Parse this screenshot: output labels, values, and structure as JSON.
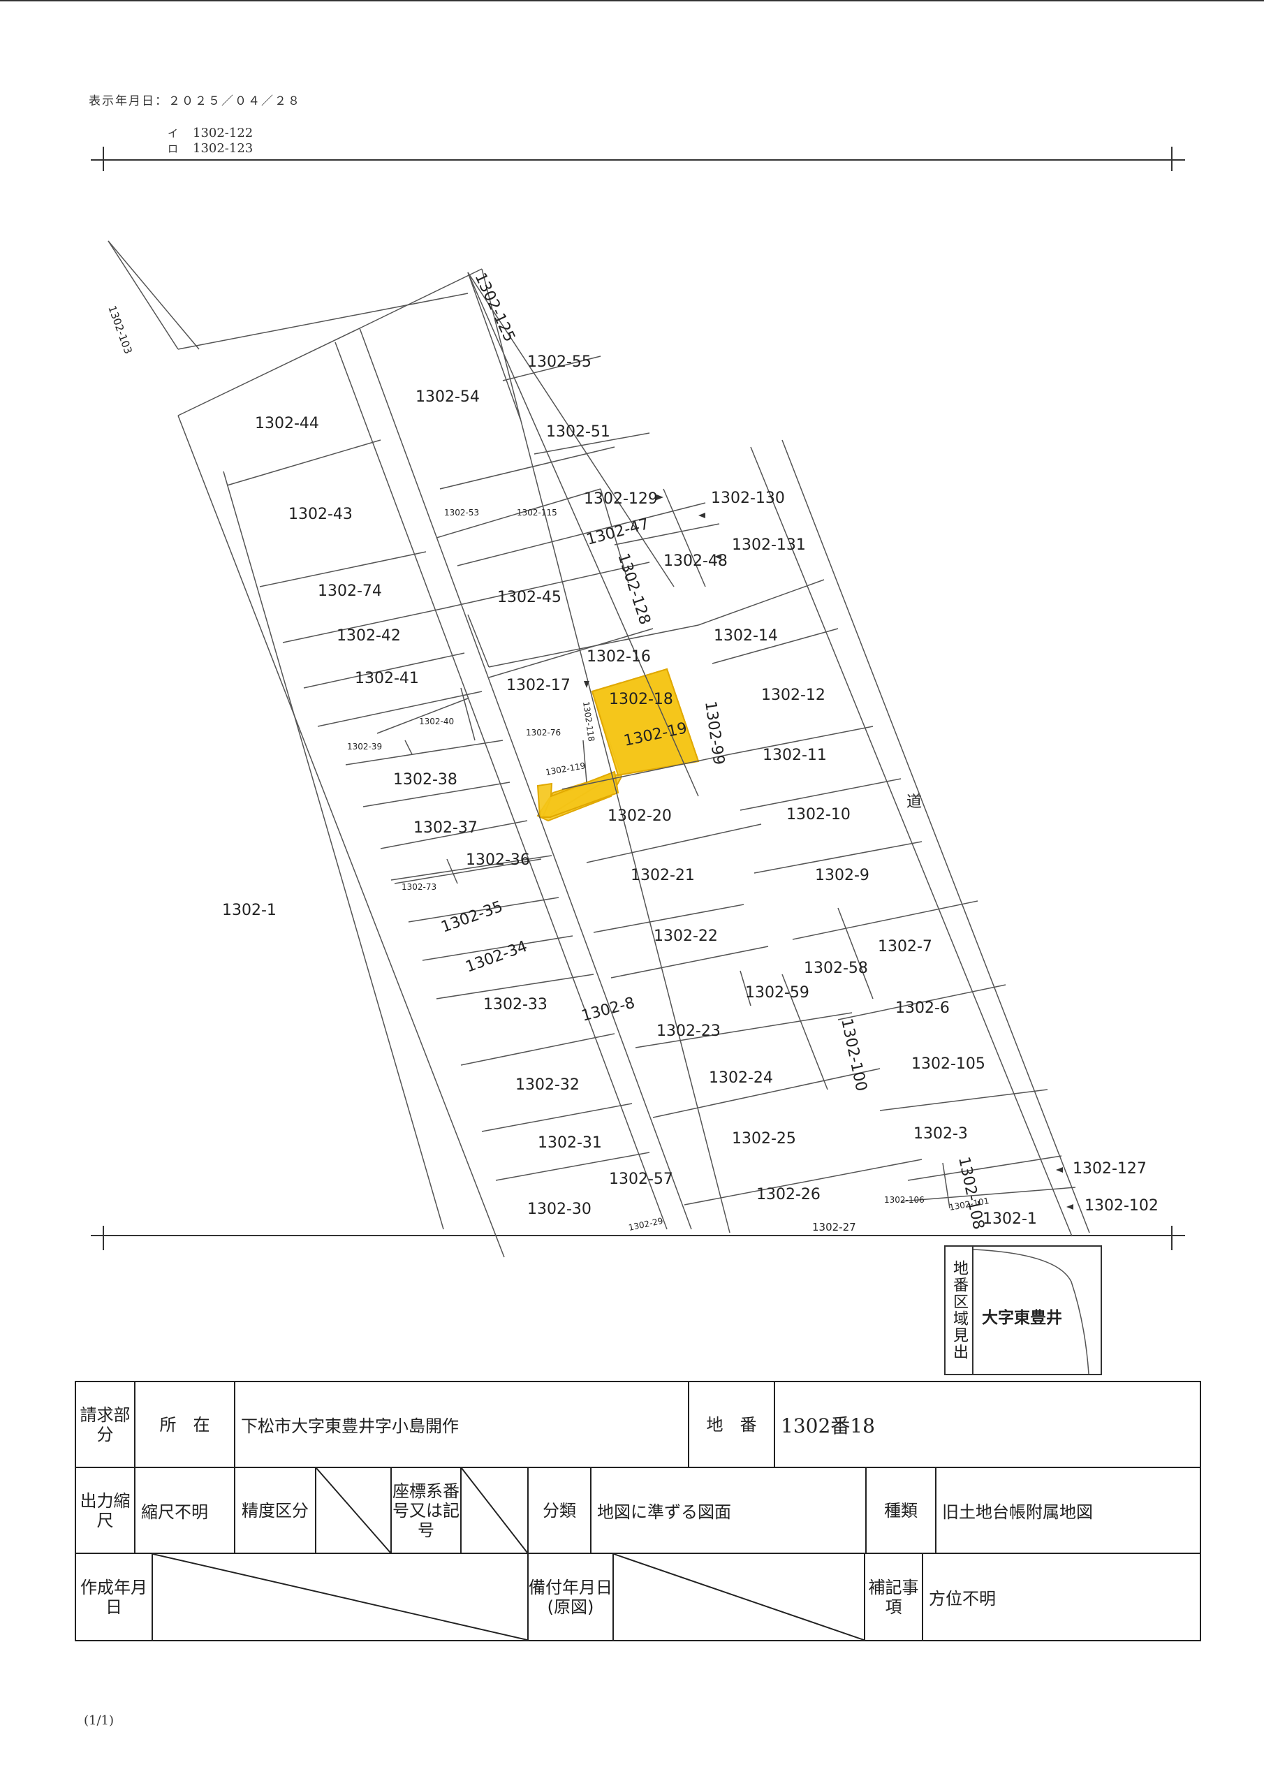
{
  "header": {
    "print_date": "表示年月日：２０２５／０４／２８",
    "selected_parcels": [
      {
        "mark": "イ",
        "number": "1302-122"
      },
      {
        "mark": "ロ",
        "number": "1302-123"
      }
    ]
  },
  "map": {
    "parcels": [
      "1302-103",
      "1302-125",
      "1302-55",
      "1302-54",
      "1302-44",
      "1302-51",
      "1302-43",
      "1302-129",
      "1302-130",
      "1302-53",
      "1302-115",
      "1302-47",
      "1302-131",
      "1302-128",
      "1302-48",
      "1302-74",
      "1302-45",
      "1302-42",
      "1302-14",
      "1302-16",
      "1302-41",
      "1302-17",
      "1302-18",
      "1302-12",
      "1302-40",
      "1302-118",
      "1302-19",
      "1302-99",
      "1302-39",
      "1302-76",
      "1302-11",
      "1302-38",
      "1302-119",
      "1302-20",
      "1302-10",
      "1302-37",
      "1302-36",
      "1302-21",
      "1302-9",
      "1302-1",
      "1302-73",
      "1302-35",
      "1302-22",
      "1302-34",
      "1302-7",
      "1302-58",
      "1302-59",
      "1302-33",
      "1302-8",
      "1302-6",
      "1302-23",
      "1302-100",
      "1302-105",
      "1302-32",
      "1302-24",
      "1302-31",
      "1302-25",
      "1302-3",
      "1302-127",
      "1302-57",
      "1302-108",
      "1302-30",
      "1302-26",
      "1302-106",
      "1302-101",
      "1302-102",
      "1302-29",
      "1302-27",
      "1302-1"
    ],
    "road_label": "道",
    "highlight_color": "#f5c518"
  },
  "district": {
    "header": "地番区域見出",
    "value": "大字東豊井"
  },
  "info": {
    "row1": {
      "request_label": "請求部分",
      "location_label": "所　在",
      "location_value": "下松市大字東豊井字小島開作",
      "lot_label": "地　番",
      "lot_value": "1302番18"
    },
    "row2": {
      "scale_label": "出力縮尺",
      "scale_value": "縮尺不明",
      "accuracy_label": "精度区分",
      "coord_label": "座標系番号又は記号",
      "class_label": "分類",
      "class_value": "地図に準ずる図面",
      "type_label": "種類",
      "type_value": "旧土地台帳附属地図"
    },
    "row3": {
      "created_label": "作成年月日",
      "dated_label": "備付年月日(原図)",
      "notes_label": "補記事項",
      "notes_value": "方位不明"
    }
  },
  "footer": {
    "page": "(1/1)"
  }
}
